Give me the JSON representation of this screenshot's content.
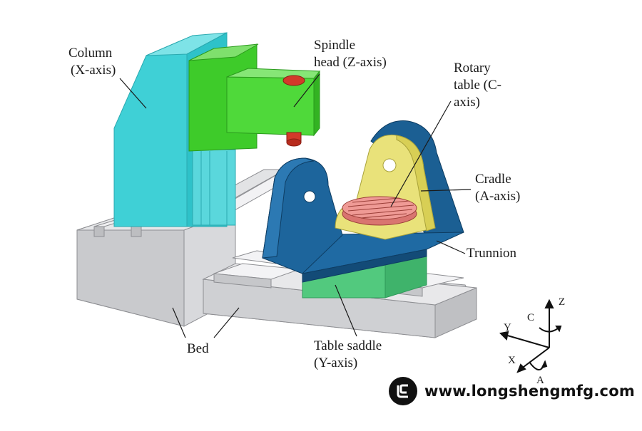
{
  "labels": {
    "column": [
      "Column",
      "(X-axis)"
    ],
    "spindle_head": [
      "Spindle",
      "head (Z-axis)"
    ],
    "rotary_table": [
      "Rotary",
      "table (C-",
      "axis)"
    ],
    "cradle": [
      "Cradle",
      "(A-axis)"
    ],
    "trunnion": "Trunnion",
    "bed": "Bed",
    "table_saddle": [
      "Table saddle",
      "(Y-axis)"
    ]
  },
  "axes": {
    "z": "Z",
    "c": "C",
    "y": "Y",
    "x": "X",
    "a": "A"
  },
  "watermark": {
    "text": "www.longshengmfg.com",
    "logo_icon": "longsheng-logo-icon"
  },
  "colors": {
    "column": "#3fd0d6",
    "spindle_head": "#3ecb2a",
    "bed": "#d2d3d6",
    "saddle": "#52c97e",
    "trunnion": "#1b5f93",
    "cradle": "#e9e27a",
    "rotary_table": "#e98a86",
    "spindle_tip": "#d23a2a"
  }
}
